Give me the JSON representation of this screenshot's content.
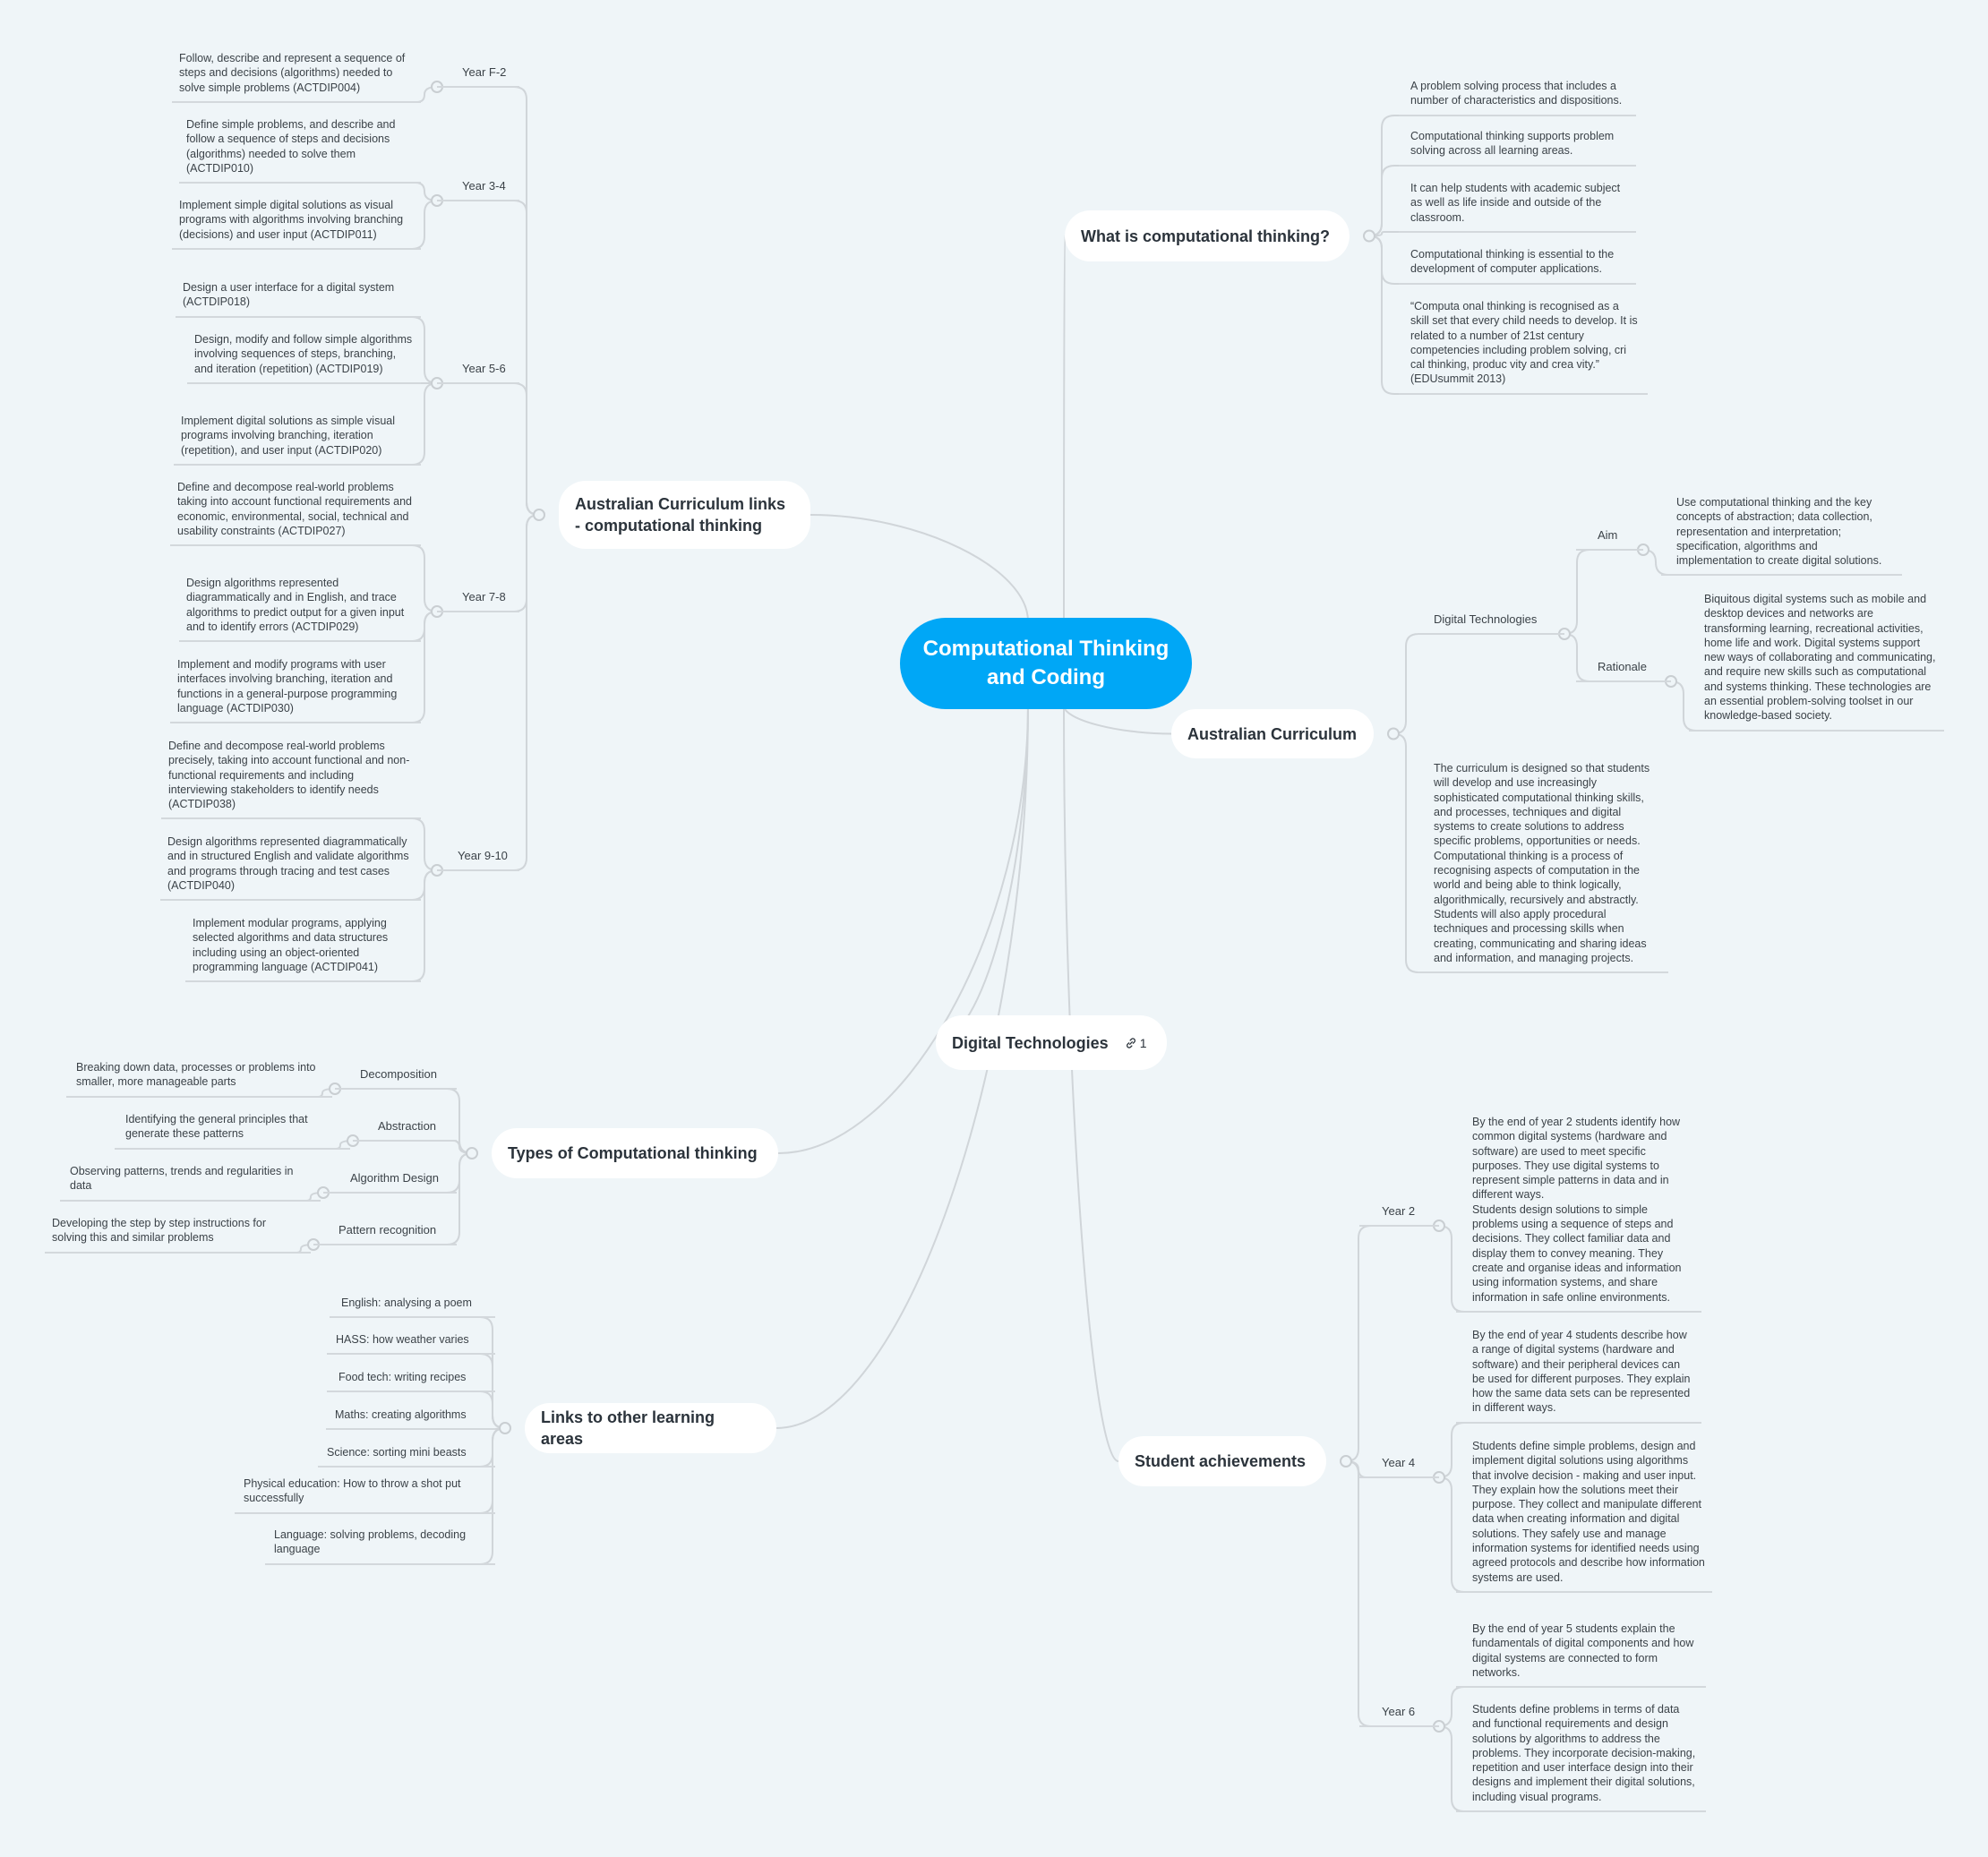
{
  "center": {
    "title": "Computational Thinking and Coding"
  },
  "what_is": {
    "title": "What is computational thinking?",
    "items": [
      "A problem solving process that includes a number of characteristics and dispositions.",
      "Computational thinking supports problem solving across all learning areas.",
      "It can help students with academic subject as well as life inside and outside of the classroom.",
      "Computational thinking is essential to the development of computer applications.",
      "“Computa onal thinking is recognised as a skill set that every child needs to develop. It is related to a number of 21st century competencies including problem solving, cri cal thinking, produc vity and crea vity.” (EDUsummit 2013)"
    ]
  },
  "aus_curriculum": {
    "title": "Australian Curriculum",
    "digital_tech_label": "Digital Technologies",
    "aim_label": "Aim",
    "aim_text": "Use computational thinking and the key concepts of abstraction; data collection, representation and interpretation; specification, algorithms and implementation to create digital solutions.",
    "rationale_label": "Rationale",
    "rationale_text": "Biquitous digital systems such as mobile and desktop devices and networks are transforming learning, recreational activities, home life and work. Digital systems support new ways of collaborating and communicating, and require new skills such as computational and systems thinking. These technologies are an essential problem-solving toolset in our knowledge-based society.",
    "paragraph": "The curriculum is designed so that students will develop and use increasingly sophisticated computational thinking skills, and processes, techniques and digital systems to create solutions to address specific problems, opportunities or needs. Computational thinking is a process of recognising aspects of computation in the world and being able to think logically, algorithmically, recursively and abstractly. Students will also apply procedural techniques and processing skills when creating, communicating and sharing ideas and information, and managing projects."
  },
  "digital_technologies": {
    "title": "Digital Technologies",
    "link_count": "1",
    "icon": "link-icon"
  },
  "student_achievements": {
    "title": "Student achievements",
    "years": [
      {
        "label": "Year 2",
        "items": [
          "By the end of year 2 students identify how common digital systems (hardware and software) are used to meet specific purposes. They use digital systems to represent simple patterns in data and in different ways.\nStudents design solutions to simple problems using a sequence of steps and decisions. They collect familiar data and display them to convey meaning. They create and organise ideas and information using information systems, and share information in safe online environments."
        ]
      },
      {
        "label": "Year 4",
        "items": [
          "By the end of year 4 students describe how a range of digital systems (hardware and software) and their peripheral devices can be used for different purposes. They explain how the same data sets can be represented in different ways.",
          "Students define simple problems, design and implement digital solutions using algorithms that involve decision - making and user input. They explain how the solutions meet their purpose. They collect and manipulate different data when creating information and digital solutions. They safely use and manage information systems for identified needs using agreed protocols and describe how information systems are used."
        ]
      },
      {
        "label": "Year 6",
        "items": [
          "By the end of year 5 students explain the fundamentals of digital components and how digital systems are connected to form networks.",
          "Students define problems in terms of data and functional requirements and design solutions by algorithms to address the problems. They incorporate decision-making, repetition and user interface design into their designs and implement their digital solutions, including visual programs."
        ]
      }
    ]
  },
  "curriculum_links": {
    "title": "Australian Curriculum links - computational thinking",
    "years": [
      {
        "label": "Year F-2",
        "items": [
          "Follow, describe and represent a sequence of steps and decisions (algorithms) needed to solve simple problems (ACTDIP004)"
        ]
      },
      {
        "label": "Year 3-4",
        "items": [
          "Define simple problems, and describe and follow a sequence of steps and decisions (algorithms) needed to solve them (ACTDIP010)",
          "Implement simple digital solutions as visual programs with algorithms involving branching (decisions) and user input (ACTDIP011)"
        ]
      },
      {
        "label": "Year 5-6",
        "items": [
          "Design a user interface for a digital system (ACTDIP018)",
          "Design, modify and follow simple algorithms involving sequences of steps, branching, and iteration (repetition) (ACTDIP019)",
          "Implement digital solutions as simple visual programs involving branching, iteration (repetition), and user input (ACTDIP020)"
        ]
      },
      {
        "label": "Year 7-8",
        "items": [
          "Define and decompose real-world problems taking into account functional requirements and economic, environmental, social, technical and usability constraints (ACTDIP027)",
          "Design algorithms represented diagrammatically and in English, and trace algorithms to predict output for a given input and to identify errors (ACTDIP029)",
          "Implement and modify programs with user interfaces involving branching, iteration and functions in a general-purpose programming language (ACTDIP030)"
        ]
      },
      {
        "label": "Year 9-10",
        "items": [
          "Define and decompose real-world problems precisely, taking into account functional and non-functional requirements and including interviewing stakeholders to identify needs (ACTDIP038)",
          "Design algorithms represented diagrammatically and in structured English and validate algorithms and programs through tracing and test cases (ACTDIP040)",
          "Implement modular programs, applying selected algorithms and data structures including using an object-oriented programming language (ACTDIP041)"
        ]
      }
    ]
  },
  "types": {
    "title": "Types of Computational thinking",
    "items": [
      {
        "label": "Decomposition",
        "desc": "Breaking down data, processes or problems into smaller, more manageable parts"
      },
      {
        "label": "Abstraction",
        "desc": "Identifying the general principles that generate these patterns"
      },
      {
        "label": "Algorithm Design",
        "desc": "Observing patterns, trends and regularities in data"
      },
      {
        "label": "Pattern recognition",
        "desc": "Developing the step by step instructions for solving this and similar problems"
      }
    ]
  },
  "links_other": {
    "title": "Links to other learning areas",
    "items": [
      "English: analysing a poem",
      "HASS: how weather varies",
      "Food tech: writing recipes",
      "Maths: creating algorithms",
      "Science: sorting mini beasts",
      "Physical education: How to throw a shot put successfully",
      "Language: solving problems, decoding language"
    ]
  },
  "colors": {
    "central": "#00a7f6",
    "background": "#eff5f8",
    "line": "#d0d5d9"
  }
}
